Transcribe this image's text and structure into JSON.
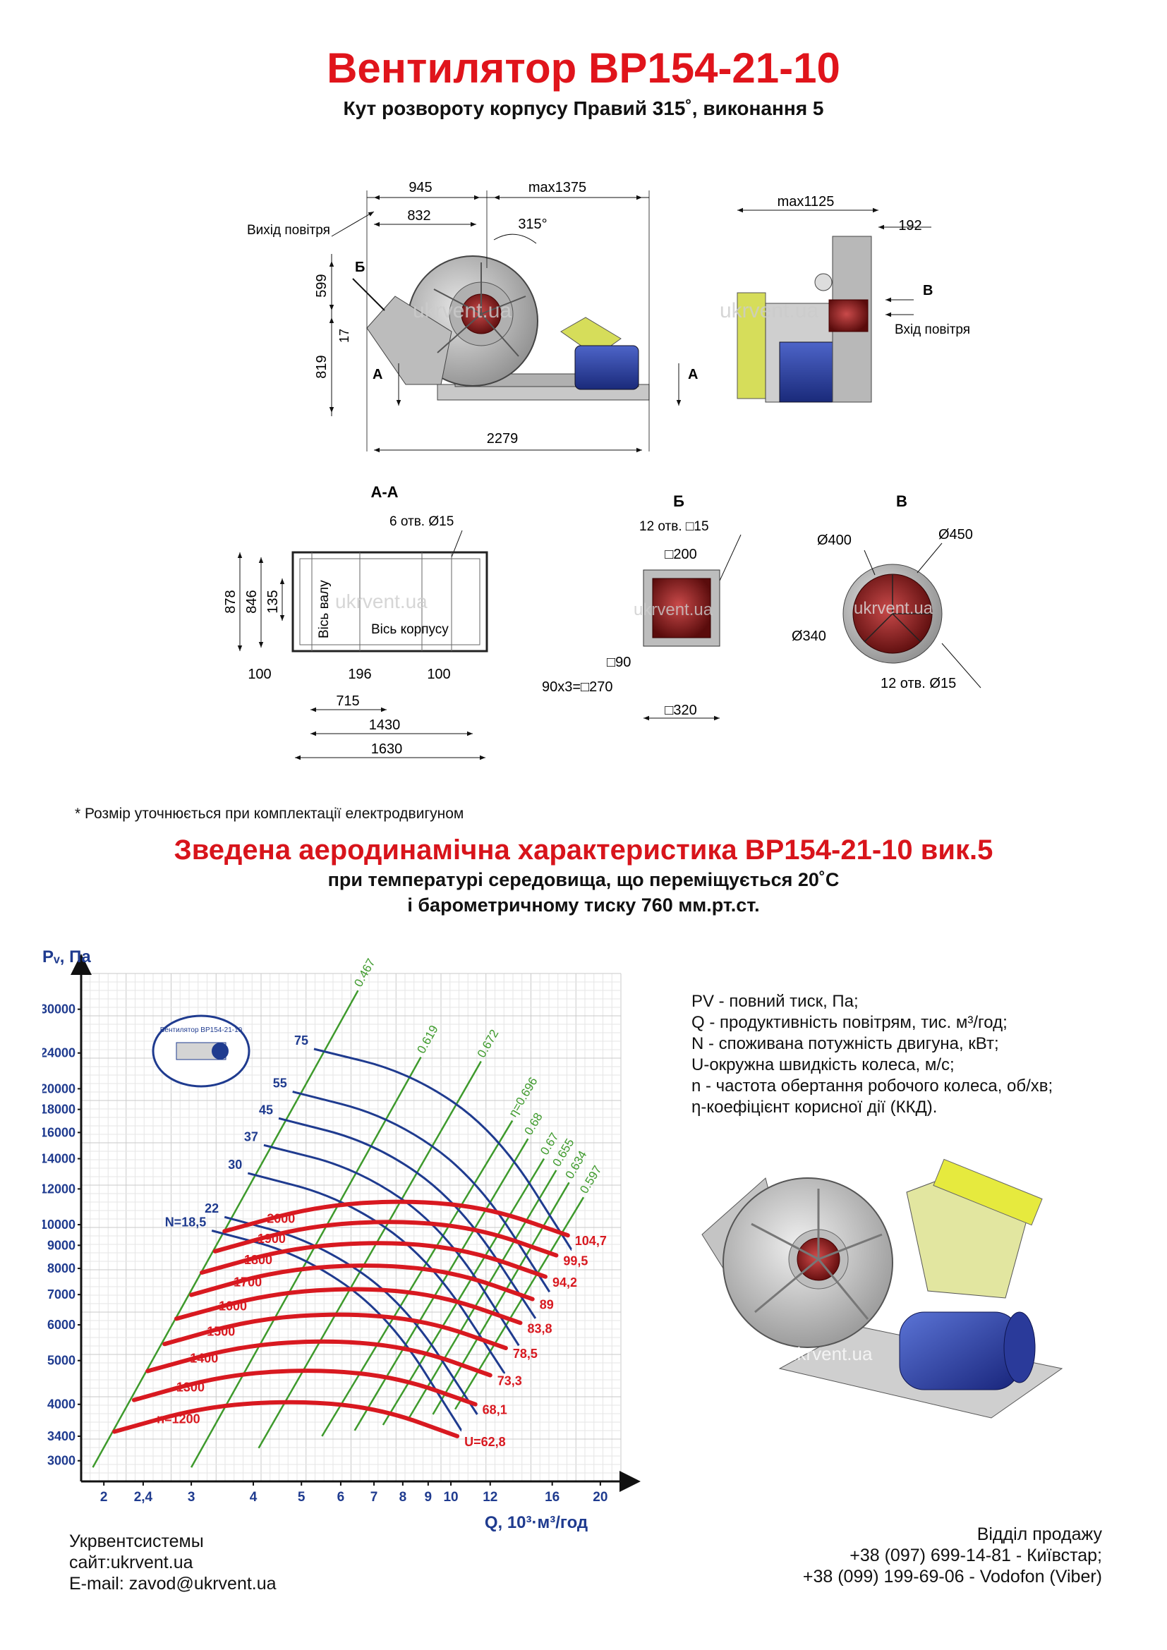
{
  "header": {
    "title": "Вентилятор ВР154-21-10",
    "subtitle": "Кут розвороту корпусу Правий 315˚, виконання 5"
  },
  "drawing": {
    "front": {
      "dim_945": "945",
      "dim_max1375": "max1375",
      "dim_832": "832",
      "angle_315": "315°",
      "air_out": "Вихід повітря",
      "label_b": "Б",
      "dim_599": "599",
      "dim_17": "17",
      "dim_819": "819",
      "label_a_left": "А",
      "label_a_right": "А",
      "dim_2279": "2279"
    },
    "side": {
      "dim_max1125": "max1125",
      "dim_192": "192",
      "label_v": "В",
      "air_in": "Вхід повітря"
    },
    "section_aa": {
      "title": "А-А",
      "holes": "6 отв. Ø15",
      "dim_878": "878",
      "dim_846": "846",
      "dim_135": "135",
      "shaft_axis": "Вісь валу",
      "housing_axis": "Вісь корпусу",
      "dim_100_left": "100",
      "dim_196": "196",
      "dim_100_right": "100",
      "dim_715": "715",
      "dim_1430": "1430",
      "dim_1630": "1630"
    },
    "view_b": {
      "title": "Б",
      "holes": "12 отв. □15",
      "sq200": "□200",
      "sq90": "□90",
      "sq270": "90х3=□270",
      "sq320": "□320"
    },
    "view_v": {
      "title": "В",
      "d400": "Ø400",
      "d450": "Ø450",
      "d340": "Ø340",
      "holes": "12 отв. Ø15"
    },
    "watermark": "ukrvent.ua"
  },
  "note": "* Розмір уточнюється при комплектації електродвигуном",
  "chart_header": {
    "title": "Зведена аеродинамічна характеристика ВР154-21-10 вик.5",
    "line1": "при температурі середовища, що переміщується 20˚С",
    "line2": "і барометричному тиску 760 мм.рт.ст."
  },
  "chart_data": {
    "type": "line",
    "xlabel": "Q, 10³·м³/год",
    "ylabel": "Pᵥ, Па",
    "x_scale": "log",
    "y_scale": "log",
    "xlim": [
      1.8,
      22
    ],
    "ylim": [
      2700,
      36000
    ],
    "x_ticks": [
      "2",
      "2,4",
      "3",
      "4",
      "5",
      "6",
      "7",
      "8",
      "9",
      "10",
      "12",
      "16",
      "20"
    ],
    "x_tick_values": [
      2,
      2.4,
      3,
      4,
      5,
      6,
      7,
      8,
      9,
      10,
      12,
      16,
      20
    ],
    "y_ticks": [
      "30000",
      "24000",
      "20000",
      "18000",
      "16000",
      "14000",
      "12000",
      "10000",
      "9000",
      "8000",
      "7000",
      "6000",
      "5000",
      "4000",
      "3400",
      "3000"
    ],
    "y_tick_values": [
      30000,
      24000,
      20000,
      18000,
      16000,
      14000,
      12000,
      10000,
      9000,
      8000,
      7000,
      6000,
      5000,
      4000,
      3400,
      3000
    ],
    "grid": true,
    "rpm_curves": [
      {
        "label": "n=1200",
        "u": "U=62,8",
        "x": [
          2.1,
          3.2,
          5.0,
          7.3,
          10.3
        ],
        "y": [
          3480,
          3960,
          4080,
          3900,
          3400
        ]
      },
      {
        "label": "1300",
        "u": "68,1",
        "x": [
          2.3,
          3.5,
          5.4,
          7.9,
          11.2
        ],
        "y": [
          4090,
          4650,
          4790,
          4580,
          4000
        ]
      },
      {
        "label": "1400",
        "u": "73,3",
        "x": [
          2.45,
          3.75,
          5.8,
          8.5,
          12.0
        ],
        "y": [
          4740,
          5390,
          5560,
          5310,
          4640
        ]
      },
      {
        "label": "1500",
        "u": "78,5",
        "x": [
          2.65,
          4.0,
          6.2,
          9.1,
          12.9
        ],
        "y": [
          5440,
          6180,
          6380,
          6100,
          5330
        ]
      },
      {
        "label": "1600",
        "u": "83,8",
        "x": [
          2.8,
          4.3,
          6.7,
          9.7,
          13.8
        ],
        "y": [
          6190,
          7040,
          7260,
          6940,
          6060
        ]
      },
      {
        "label": "1700",
        "u": "89",
        "x": [
          3.0,
          4.55,
          7.1,
          10.3,
          14.6
        ],
        "y": [
          6990,
          7950,
          8190,
          7830,
          6840
        ]
      },
      {
        "label": "1800",
        "u": "94,2",
        "x": [
          3.15,
          4.8,
          7.5,
          10.9,
          15.5
        ],
        "y": [
          7830,
          8910,
          9180,
          8780,
          7670
        ]
      },
      {
        "label": "1900",
        "u": "99,5",
        "x": [
          3.35,
          5.1,
          7.9,
          11.5,
          16.3
        ],
        "y": [
          8730,
          9930,
          10230,
          9780,
          8550
        ]
      },
      {
        "label": "2000",
        "u": "104,7",
        "x": [
          3.5,
          5.35,
          8.3,
          12.1,
          17.2
        ],
        "y": [
          9670,
          11000,
          11340,
          10840,
          9470
        ]
      }
    ],
    "power_curves": [
      {
        "label": "N=18,5",
        "x": [
          3.3,
          5.0,
          7.5,
          10.5
        ],
        "y": [
          9700,
          8600,
          6300,
          3500
        ]
      },
      {
        "label": "22",
        "x": [
          3.5,
          5.3,
          8.0,
          11.3
        ],
        "y": [
          10400,
          9200,
          6800,
          3800
        ]
      },
      {
        "label": "30",
        "x": [
          3.9,
          6.0,
          9.0,
          12.8
        ],
        "y": [
          13000,
          11500,
          8500,
          4700
        ]
      },
      {
        "label": "37",
        "x": [
          4.2,
          6.5,
          9.7,
          13.7
        ],
        "y": [
          15000,
          13300,
          9800,
          5400
        ]
      },
      {
        "label": "45",
        "x": [
          4.5,
          7.0,
          10.4,
          14.8
        ],
        "y": [
          17200,
          15200,
          11200,
          6200
        ]
      },
      {
        "label": "55",
        "x": [
          4.8,
          7.5,
          11.2,
          15.8
        ],
        "y": [
          19700,
          17400,
          12800,
          7100
        ]
      },
      {
        "label": "75",
        "x": [
          5.3,
          8.3,
          12.4,
          17.5
        ],
        "y": [
          24500,
          21700,
          16000,
          8800
        ]
      }
    ],
    "efficiency_lines": [
      {
        "label": "0.467",
        "x": [
          1.9,
          6.5
        ],
        "y": [
          2900,
          33000
        ]
      },
      {
        "label": "0.619",
        "x": [
          3.0,
          8.7
        ],
        "y": [
          2900,
          23500
        ]
      },
      {
        "label": "0.672",
        "x": [
          4.1,
          11.5
        ],
        "y": [
          3200,
          23000
        ]
      },
      {
        "label": "η=0.696",
        "x": [
          5.5,
          13.3
        ],
        "y": [
          3400,
          17000
        ]
      },
      {
        "label": "0.68",
        "x": [
          6.4,
          14.3
        ],
        "y": [
          3500,
          15500
        ]
      },
      {
        "label": "0.67",
        "x": [
          7.3,
          15.4
        ],
        "y": [
          3600,
          14000
        ]
      },
      {
        "label": "0.655",
        "x": [
          8.2,
          16.3
        ],
        "y": [
          3700,
          13200
        ]
      },
      {
        "label": "0.634",
        "x": [
          9.2,
          17.3
        ],
        "y": [
          3800,
          12400
        ]
      },
      {
        "label": "0.597",
        "x": [
          10.2,
          18.5
        ],
        "y": [
          3900,
          11500
        ]
      }
    ],
    "colors": {
      "rpm": "#d81920",
      "power": "#1f3b8f",
      "efficiency": "#3e9a2c"
    },
    "logo_text": "Вентилятор ВР154-21-10"
  },
  "legend": [
    "PV - повний тиск, Па;",
    "Q - продуктивність повітрям, тис. м³/год;",
    "N - споживана потужність двигуна, кВт;",
    "U-окружна швидкість колеса, м/с;",
    "n - частота обертання робочого колеса, об/хв;",
    "η-коефіцієнт корисної дії (ККД)."
  ],
  "footer": {
    "company": "Укрвентсистемы",
    "site": "сайт:ukrvent.ua",
    "email": "E-mail: zavod@ukrvent.ua",
    "sales_title": "Відділ продажу",
    "phone1": "+38 (097) 699-14-81 - Київстар;",
    "phone2": "+38 (099) 199-69-06 - Vodofon (Viber)"
  }
}
